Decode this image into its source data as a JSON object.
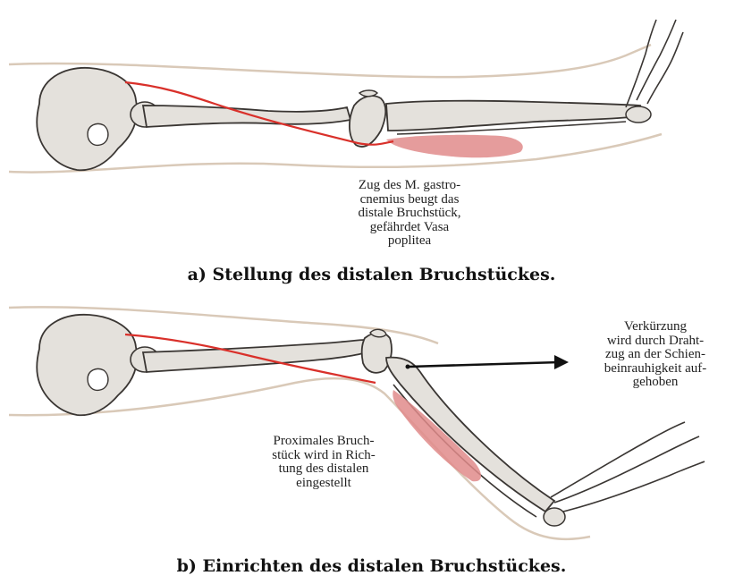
{
  "panel_a": {
    "caption": "a) Stellung des distalen Bruchstückes.",
    "annotation": [
      "Zug des M. gastro-",
      "cnemius beugt das",
      "distale Bruchstück,",
      "gefährdet Vasa",
      "poplitea"
    ]
  },
  "panel_b": {
    "caption": "b) Einrichten des distalen Bruchstückes.",
    "annotation_right": [
      "Verkürzung",
      "wird durch Draht-",
      "zug an der Schien-",
      "beinrauhigkeit auf-",
      "gehoben"
    ],
    "annotation_left": [
      "Proximales Bruch-",
      "stück wird in Rich-",
      "tung des distalen",
      "eingestellt"
    ]
  },
  "colors": {
    "bone_fill": "#e4e1dc",
    "bone_outline": "#3a3633",
    "skin_outline": "#d9c9b8",
    "vessel": "#d9302a",
    "muscle": "#e08b8b",
    "arrow": "#111111"
  }
}
